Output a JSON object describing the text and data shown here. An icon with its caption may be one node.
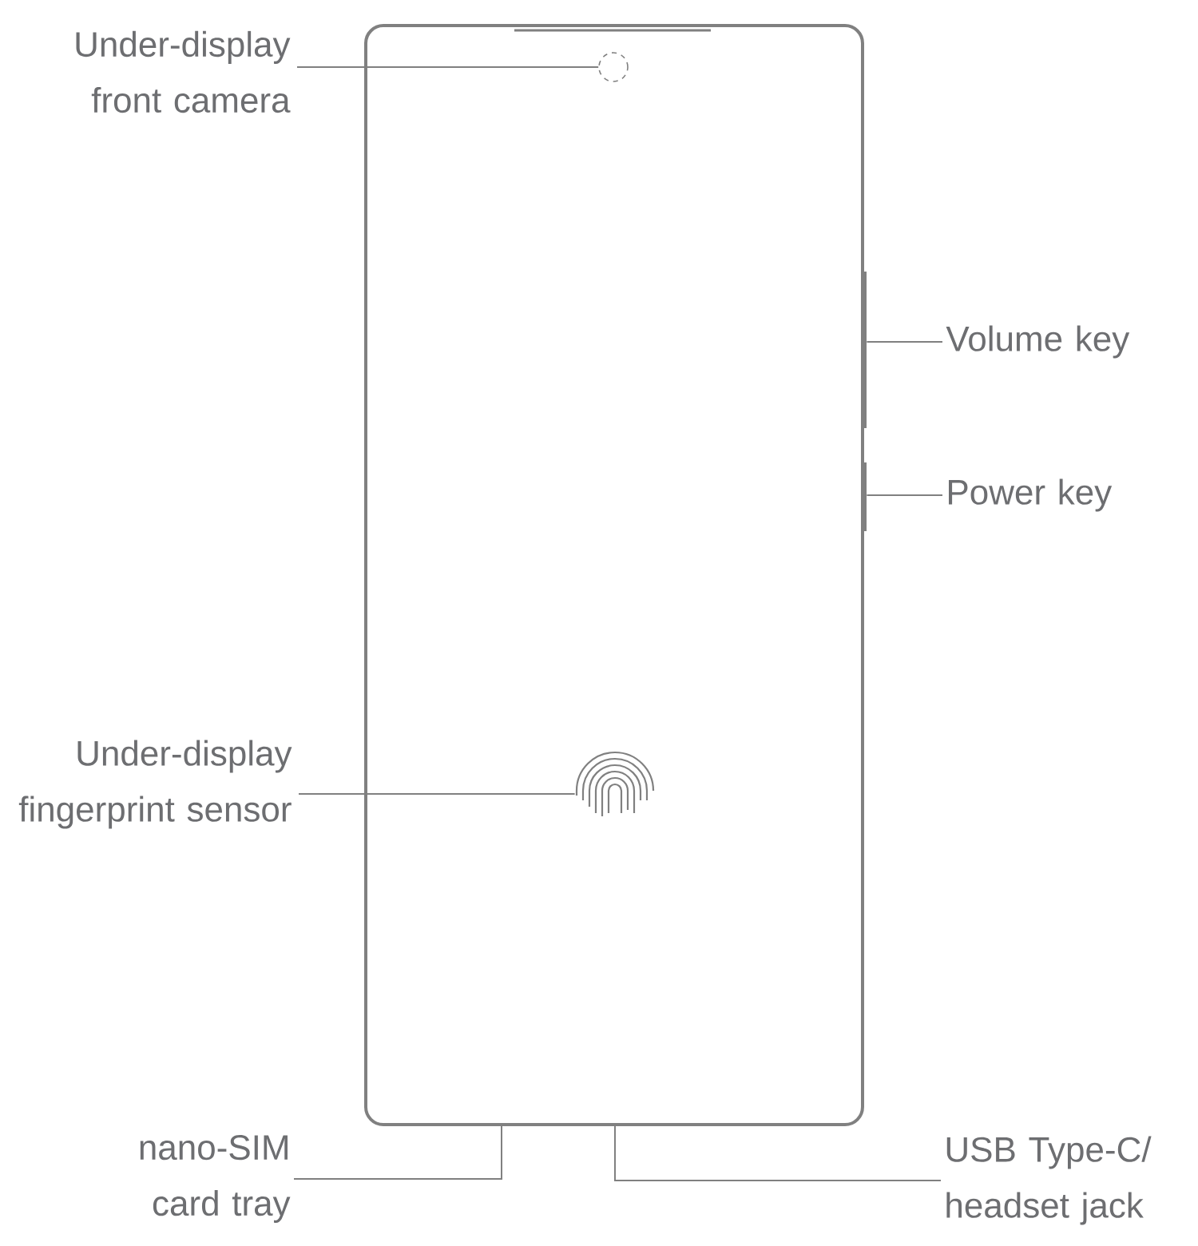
{
  "diagram": {
    "nodes": [
      {
        "text": [
          "Under-display front camera"
        ]
      },
      {
        "text": [],
        "shape": "circle"
      },
      {
        "text": [
          "Volume key"
        ]
      },
      {
        "text": [],
        "shape": "bar"
      },
      {
        "text": [
          "Power key"
        ]
      },
      {
        "text": [],
        "shape": "bar"
      },
      {
        "text": [
          "Under-display fingerprint sensor"
        ]
      },
      {
        "text": [],
        "shape": "picture"
      },
      {
        "text": [
          "nano-SIM card tray"
        ]
      },
      {
        "text": [
          "USB Type-C/ headset jack"
        ]
      }
    ],
    "edges": [
      {
        "from": 0,
        "to": 1,
        "arrow": "none"
      },
      {
        "from": 2,
        "to": 3,
        "arrow": "none"
      },
      {
        "from": 4,
        "to": 5,
        "arrow": "none"
      },
      {
        "from": 6,
        "to": 7,
        "arrow": "none"
      },
      {
        "from": 8,
        "to": null,
        "arrow": "none"
      },
      {
        "from": 9,
        "to": null,
        "arrow": "none"
      }
    ]
  }
}
